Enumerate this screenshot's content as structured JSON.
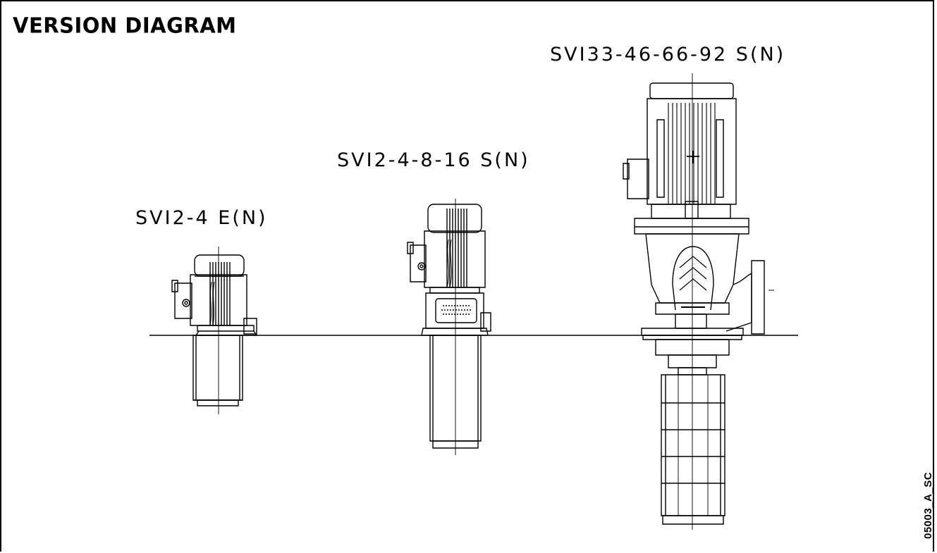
{
  "diagram": {
    "title": "VERSION DIAGRAM",
    "pumps": [
      {
        "label": "SVI2-4 E(N)"
      },
      {
        "label": "SVI2-4-8-16 S(N)"
      },
      {
        "label": "SVI33-46-66-92 S(N)"
      }
    ],
    "drawing_code": "05003_A_SC"
  }
}
